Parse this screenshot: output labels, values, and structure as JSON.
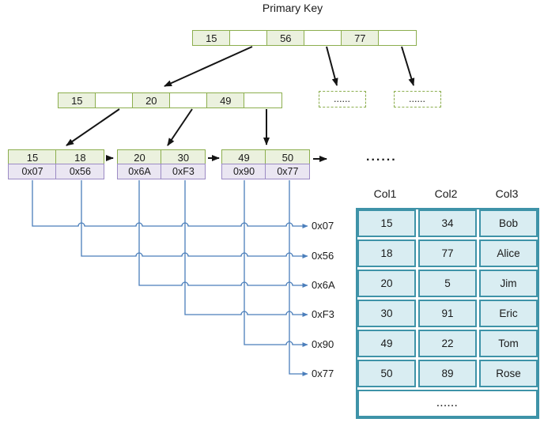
{
  "title": "Primary Key",
  "tree": {
    "root": [
      "15",
      "",
      "56",
      "",
      "77",
      ""
    ],
    "internal": [
      "15",
      "",
      "20",
      "",
      "49",
      ""
    ],
    "dashed": [
      "......",
      "......"
    ],
    "leaves": [
      {
        "keys": [
          "15",
          "18"
        ],
        "pointers": [
          "0x07",
          "0x56"
        ]
      },
      {
        "keys": [
          "20",
          "30"
        ],
        "pointers": [
          "0x6A",
          "0xF3"
        ]
      },
      {
        "keys": [
          "49",
          "50"
        ],
        "pointers": [
          "0x90",
          "0x77"
        ]
      }
    ],
    "ellipsis": "......"
  },
  "row_pointers": [
    "0x07",
    "0x56",
    "0x6A",
    "0xF3",
    "0x90",
    "0x77"
  ],
  "table": {
    "columns": [
      "Col1",
      "Col2",
      "Col3"
    ],
    "rows": [
      [
        "15",
        "34",
        "Bob"
      ],
      [
        "18",
        "77",
        "Alice"
      ],
      [
        "20",
        "5",
        "Jim"
      ],
      [
        "30",
        "91",
        "Eric"
      ],
      [
        "49",
        "22",
        "Tom"
      ],
      [
        "50",
        "89",
        "Rose"
      ]
    ],
    "ellipsis": "......"
  },
  "colors": {
    "node_green_border": "#8CAE4E",
    "node_green_fill": "#EBF1DE",
    "pointer_purple_border": "#9C8BC4",
    "pointer_purple_fill": "#EAE6F2",
    "table_border": "#3E93A8",
    "table_fill": "#D9EDF2",
    "connector_blue": "#4A7EBB",
    "arrow_black": "#141414"
  }
}
